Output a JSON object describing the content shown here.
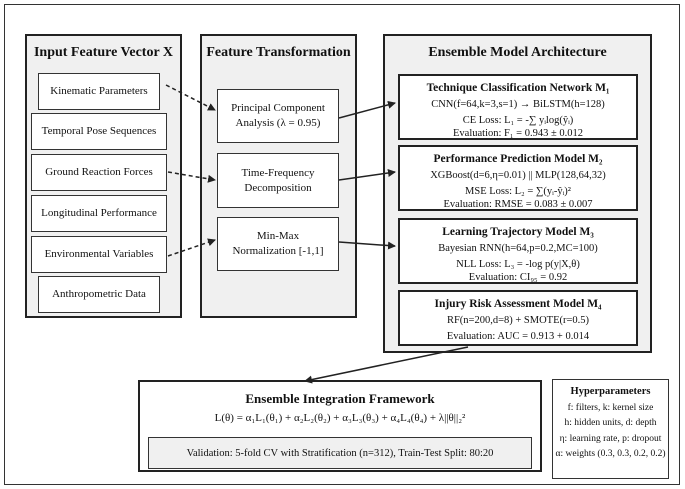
{
  "input": {
    "title": "Input Feature Vector X",
    "items": [
      "Kinematic Parameters",
      "Temporal Pose Sequences",
      "Ground Reaction Forces",
      "Longitudinal Performance",
      "Environmental Variables",
      "Anthropometric Data"
    ]
  },
  "transform": {
    "title": "Feature Transformation",
    "items": [
      {
        "line1": "Principal Component",
        "line2": "Analysis (λ = 0.95)"
      },
      {
        "line1": "Time-Frequency",
        "line2": "Decomposition"
      },
      {
        "line1": "Min-Max",
        "line2": "Normalization [-1,1]"
      }
    ]
  },
  "ensemble": {
    "title": "Ensemble Model Architecture",
    "models": [
      {
        "title": "Technique Classification Network M₁",
        "arch": "CNN(f=64,k=3,s=1) → BiLSTM(h=128)",
        "loss": "CE Loss: L₁ = -∑ yᵢlog(ŷᵢ)",
        "eval": "Evaluation: F₁ = 0.943 ± 0.012"
      },
      {
        "title": "Performance Prediction Model M₂",
        "arch": "XGBoost(d=6,η=0.01) || MLP(128,64,32)",
        "loss": "MSE Loss: L₂ = ∑(yᵢ-ŷᵢ)²",
        "eval": "Evaluation: RMSE = 0.083 ± 0.007"
      },
      {
        "title": "Learning Trajectory Model M₃",
        "arch": "Bayesian RNN(h=64,p=0.2,MC=100)",
        "loss": "NLL Loss: L₃ = -log p(y|X,θ)",
        "eval": "Evaluation: CI₉₅ = 0.92"
      },
      {
        "title": "Injury Risk Assessment Model M₄",
        "arch": "RF(n=200,d=8) + SMOTE(r=0.5)",
        "loss": "",
        "eval": "Evaluation: AUC = 0.913 + 0.014"
      }
    ]
  },
  "integration": {
    "title": "Ensemble Integration Framework",
    "formula": "L(θ) = α₁L₁(θ₁) + α₂L₂(θ₂) + α₃L₃(θ₃) + α₄L₄(θ₄) + λ||θ||₂²",
    "validation": "Validation: 5-fold CV with Stratification (n=312), Train-Test Split: 80:20"
  },
  "legend": {
    "title": "Hyperparameters",
    "lines": [
      "f: filters, k: kernel size",
      "h: hidden units, d: depth",
      "η: learning rate, p: dropout",
      "α: weights (0.3, 0.3, 0.2, 0.2)"
    ]
  }
}
